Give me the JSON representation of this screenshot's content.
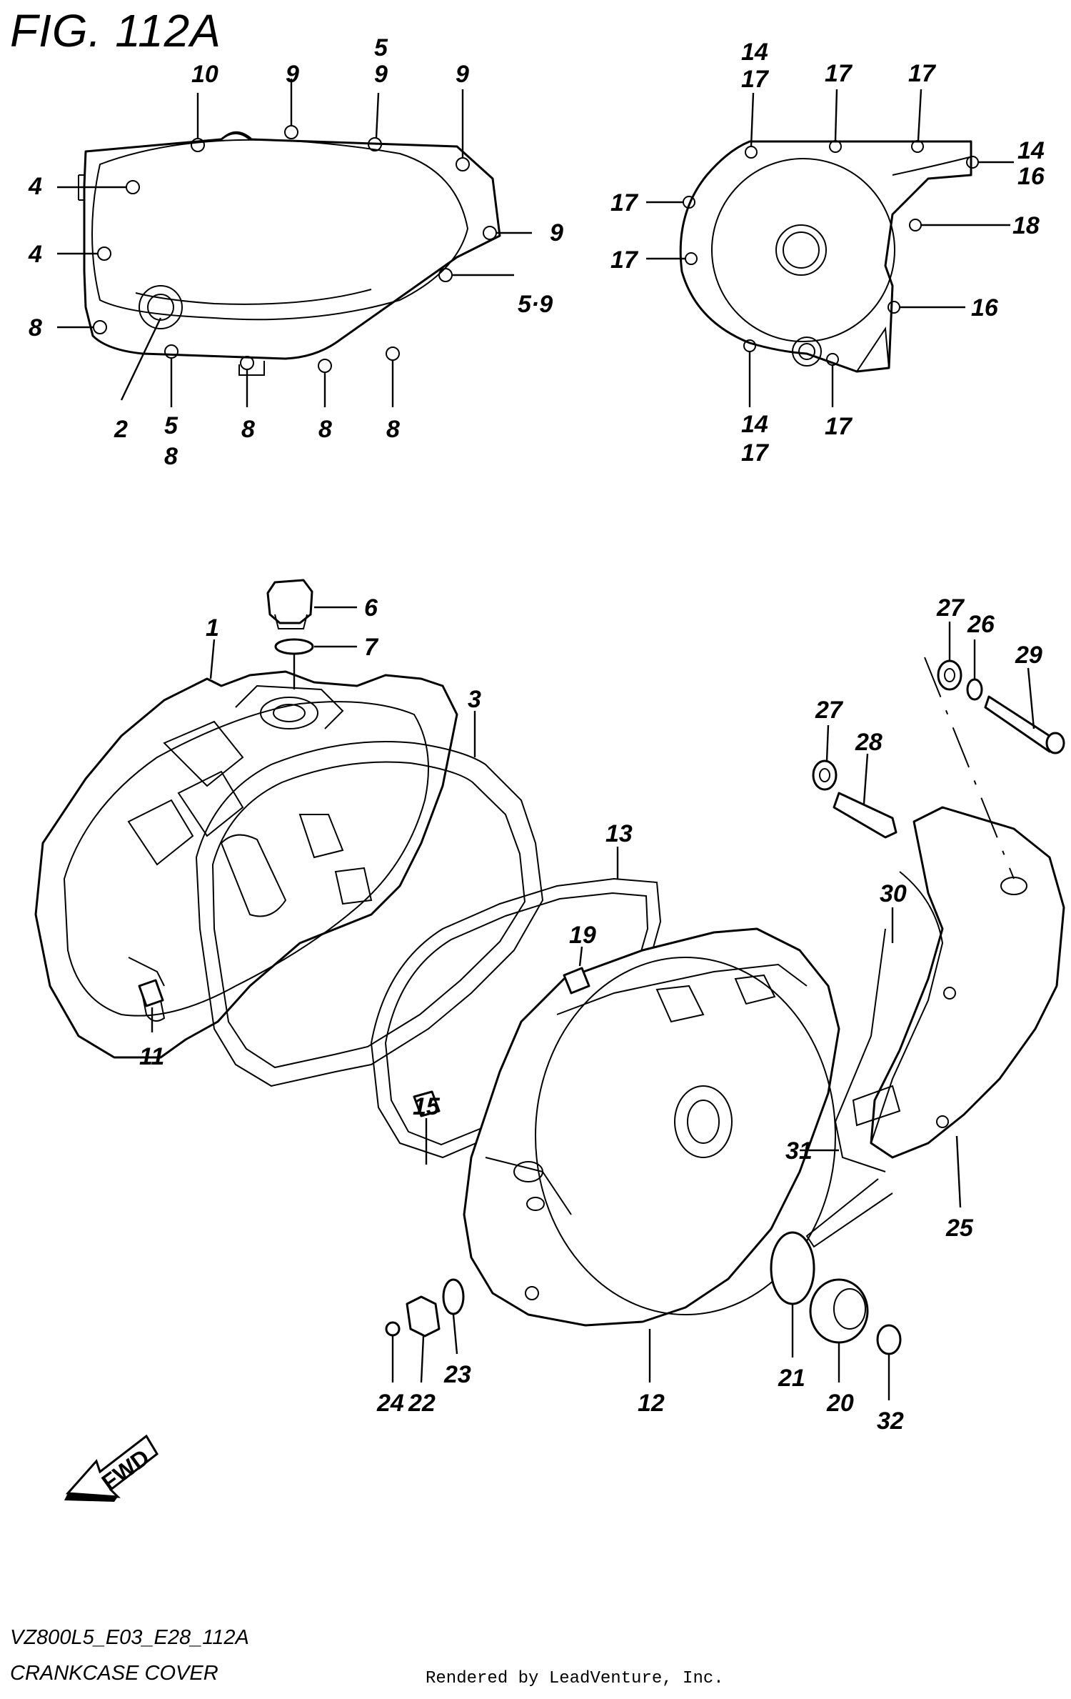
{
  "figure": {
    "title": "FIG. 112A",
    "model_code": "VZ800L5_E03_E28_112A",
    "caption": "CRANKCASE COVER",
    "rendered_by": "Rendered by LeadVenture, Inc.",
    "fwd_label": "FWD"
  },
  "callouts": {
    "top_left": {
      "c10": "10",
      "c9a": "9",
      "c5a": "5",
      "c9b": "9",
      "c9c": "9",
      "c4a": "4",
      "c4b": "4",
      "c8a": "8",
      "c9d": "9",
      "c59": "5·9",
      "c2": "2",
      "c5b": "5",
      "c8b": "8",
      "c8c": "8",
      "c8d": "8",
      "c8e": "8"
    },
    "top_right": {
      "c14a": "14",
      "c17a": "17",
      "c17b": "17",
      "c17c": "17",
      "c14b": "14",
      "c16a": "16",
      "c17d": "17",
      "c18": "18",
      "c17e": "17",
      "c16b": "16",
      "c14c": "14",
      "c17f": "17",
      "c17g": "17"
    },
    "main": {
      "p1": "1",
      "p2": "6",
      "p3": "7",
      "p4": "3",
      "p5": "13",
      "p6": "19",
      "p7": "11",
      "p8": "15",
      "p9": "12",
      "p10": "24",
      "p11": "22",
      "p12": "23",
      "p13": "21",
      "p14": "20",
      "p15": "32",
      "p16": "27",
      "p17": "26",
      "p18": "29",
      "p19": "27",
      "p20": "28",
      "p21": "30",
      "p22": "31",
      "p23": "25"
    }
  }
}
